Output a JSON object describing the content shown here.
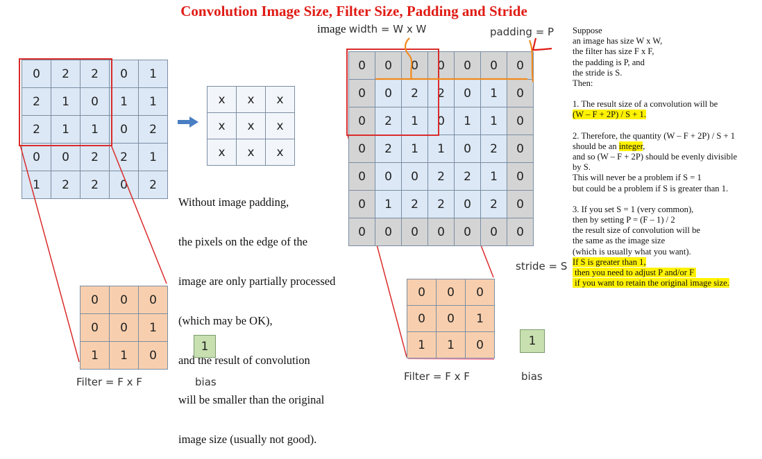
{
  "title": "Convolution Image Size, Filter Size, Padding and Stride",
  "left": {
    "image_grid": [
      [
        "0",
        "2",
        "2",
        "0",
        "1"
      ],
      [
        "2",
        "1",
        "0",
        "1",
        "1"
      ],
      [
        "2",
        "1",
        "1",
        "0",
        "2"
      ],
      [
        "0",
        "0",
        "2",
        "2",
        "1"
      ],
      [
        "1",
        "2",
        "2",
        "0",
        "2"
      ]
    ],
    "output_grid": [
      [
        "x",
        "x",
        "x"
      ],
      [
        "x",
        "x",
        "x"
      ],
      [
        "x",
        "x",
        "x"
      ]
    ],
    "filter_grid": [
      [
        "0",
        "0",
        "0"
      ],
      [
        "0",
        "0",
        "1"
      ],
      [
        "1",
        "1",
        "0"
      ]
    ],
    "bias": "1",
    "filter_label": "Filter = F x F",
    "bias_label": "bias",
    "description": [
      "Without image padding,",
      "the pixels on the edge of the",
      "image are only partially processed",
      "(which may be OK),",
      "and the result of convolution",
      "will be smaller than the original",
      "image size (usually not good)."
    ]
  },
  "middle": {
    "width_label_prefix": "image ",
    "width_label": "width = W x W",
    "padding_label": "padding = P",
    "stride_label": "stride = S",
    "image_grid": [
      [
        "0",
        "0",
        "0",
        "0",
        "0",
        "0",
        "0"
      ],
      [
        "0",
        "0",
        "2",
        "2",
        "0",
        "1",
        "0"
      ],
      [
        "0",
        "2",
        "1",
        "0",
        "1",
        "1",
        "0"
      ],
      [
        "0",
        "2",
        "1",
        "1",
        "0",
        "2",
        "0"
      ],
      [
        "0",
        "0",
        "0",
        "2",
        "2",
        "1",
        "0"
      ],
      [
        "0",
        "1",
        "2",
        "2",
        "0",
        "2",
        "0"
      ],
      [
        "0",
        "0",
        "0",
        "0",
        "0",
        "0",
        "0"
      ]
    ],
    "filter_grid": [
      [
        "0",
        "0",
        "0"
      ],
      [
        "0",
        "0",
        "1"
      ],
      [
        "1",
        "1",
        "0"
      ]
    ],
    "bias": "1",
    "filter_label": "Filter = F x F",
    "bias_label": "bias"
  },
  "right": {
    "intro": [
      "Suppose",
      "an image has size W x W,",
      "the filter has size F x F,",
      "the padding is P, and",
      "the stride is S.",
      "Then:"
    ],
    "p1_line1": "1. The result size of a convolution will be",
    "p1_formula": "(W – F + 2P) / S + 1.",
    "p2_line1": "2. Therefore, the quantity (W – F + 2P) / S + 1",
    "p2_line2_pre": "should be an ",
    "p2_line2_hl": "integer",
    "p2_line2_post": ",",
    "p2_rest": [
      "and so (W – F + 2P) should be evenly divisible",
      "by S.",
      "This will never be a problem if S = 1",
      "but could be a problem if S is greater than 1."
    ],
    "p3": [
      "3. If you set S = 1 (very common),",
      "then by setting P = (F – 1) / 2",
      "the result size of convolution will be",
      "the same as the image size",
      "(which is usually what you want)."
    ],
    "p3_hl": [
      "If S is greater than 1,",
      " then you need to adjust P and/or F ",
      " if you want to retain the original image size."
    ]
  }
}
